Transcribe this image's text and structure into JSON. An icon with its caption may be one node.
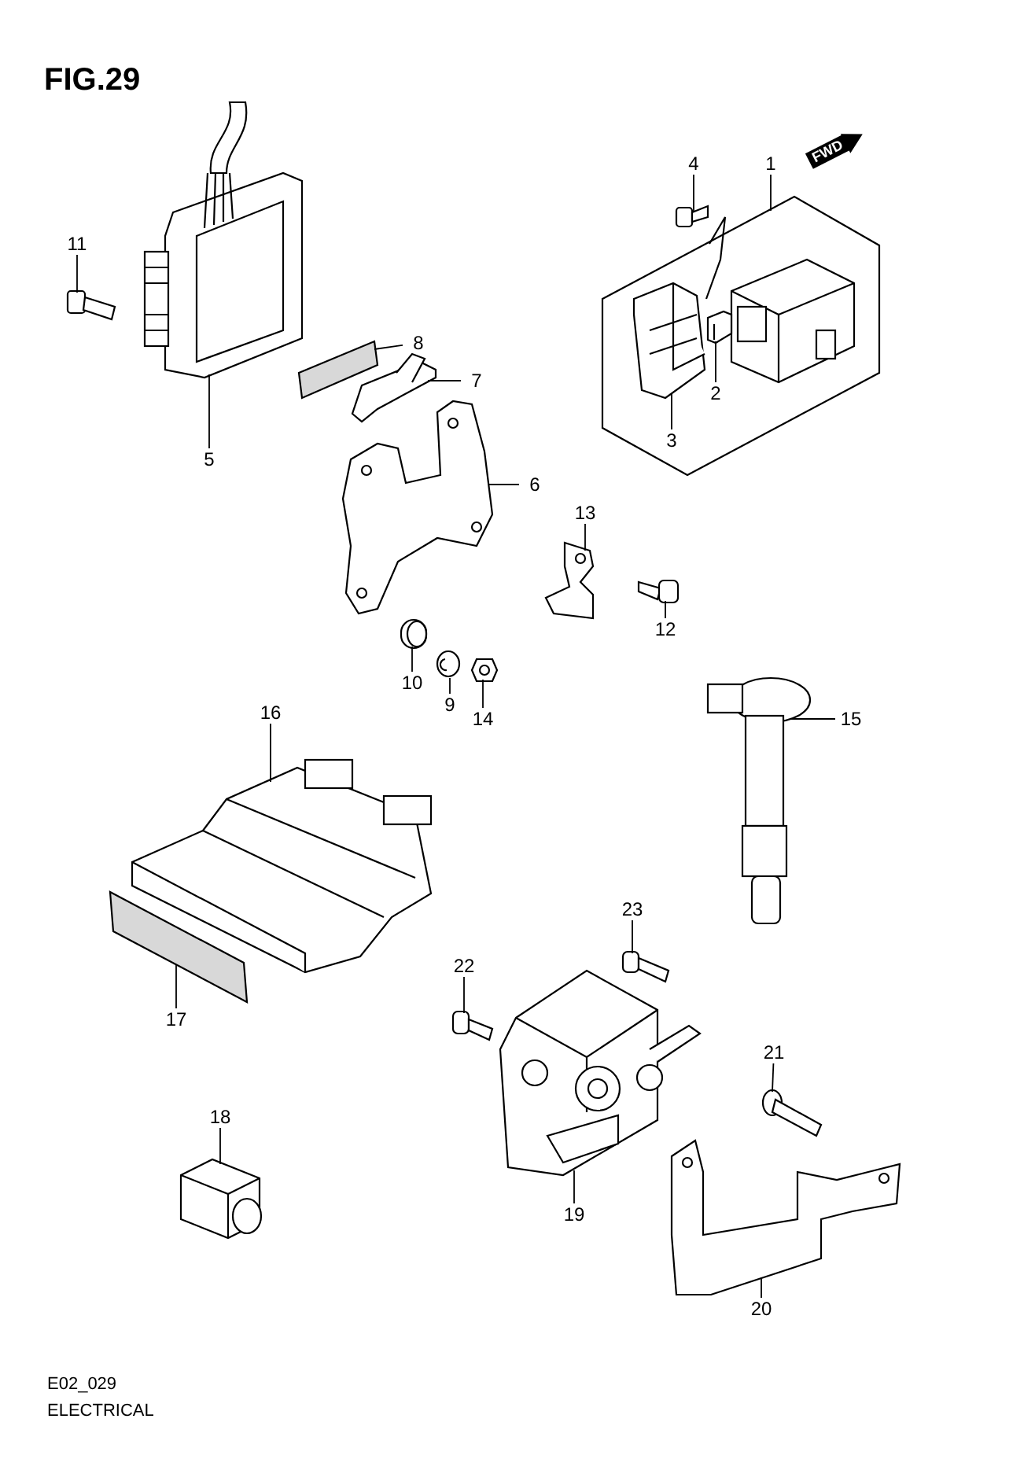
{
  "diagram": {
    "title": "FIG.29",
    "nodes": [
      {
        "text": [
          "1"
        ]
      },
      {
        "text": [],
        "shape": "picture"
      },
      {
        "text": [
          "3"
        ],
        "in": 1
      },
      {
        "text": [
          "2"
        ],
        "in": 1
      },
      {
        "text": [],
        "shape": "picture",
        "in": 1
      },
      {
        "text": [],
        "shape": "picture",
        "in": 1
      },
      {
        "text": [
          "4"
        ]
      },
      {
        "text": [
          "5"
        ]
      },
      {
        "text": [
          "6"
        ]
      },
      {
        "text": [
          "7"
        ]
      },
      {
        "text": [
          "8"
        ]
      },
      {
        "text": [
          "9"
        ]
      },
      {
        "text": [
          "10"
        ]
      },
      {
        "text": [
          "11"
        ]
      },
      {
        "text": [
          "12"
        ]
      },
      {
        "text": [
          "13"
        ]
      },
      {
        "text": [
          "14"
        ]
      },
      {
        "text": [
          "15"
        ]
      },
      {
        "text": [
          "16"
        ]
      },
      {
        "text": [
          "17"
        ]
      },
      {
        "text": [
          "18"
        ]
      },
      {
        "text": [
          "19"
        ]
      },
      {
        "text": [
          "20"
        ]
      },
      {
        "text": [
          "21"
        ]
      },
      {
        "text": [
          "22"
        ]
      },
      {
        "text": [
          "23"
        ]
      },
      {
        "text": [],
        "shape": "picture"
      },
      {
        "text": [],
        "shape": "picture"
      },
      {
        "text": [],
        "shape": "picture"
      },
      {
        "text": [],
        "shape": "picture"
      },
      {
        "text": [],
        "shape": "bar"
      },
      {
        "text": [],
        "shape": "picture"
      },
      {
        "text": [],
        "shape": "picture"
      },
      {
        "text": [],
        "shape": "picture"
      },
      {
        "text": [],
        "shape": "picture"
      },
      {
        "text": [],
        "shape": "picture"
      },
      {
        "text": [],
        "shape": "picture"
      },
      {
        "text": [],
        "shape": "picture"
      },
      {
        "text": [],
        "shape": "picture"
      },
      {
        "text": [],
        "shape": "bar"
      },
      {
        "text": [],
        "shape": "picture"
      },
      {
        "text": [],
        "shape": "picture"
      },
      {
        "text": [],
        "shape": "picture"
      },
      {
        "text": [],
        "shape": "picture"
      },
      {
        "text": [],
        "shape": "picture"
      },
      {
        "text": [],
        "shape": "picture"
      }
    ],
    "edges": [
      {
        "from": 0,
        "to": 1,
        "arrow": "none"
      },
      {
        "from": 3,
        "to": 5,
        "arrow": "none"
      },
      {
        "from": 2,
        "to": 4,
        "arrow": "none"
      },
      {
        "from": 6,
        "to": 26,
        "arrow": "none"
      },
      {
        "from": 7,
        "to": 27,
        "arrow": "none"
      },
      {
        "from": 8,
        "to": 28,
        "arrow": "none"
      },
      {
        "from": 9,
        "to": 29,
        "arrow": "none"
      },
      {
        "from": 10,
        "to": 30,
        "arrow": "none"
      },
      {
        "from": 11,
        "to": 31,
        "arrow": "none"
      },
      {
        "from": 12,
        "to": 32,
        "arrow": "none"
      },
      {
        "from": 13,
        "to": 33,
        "arrow": "none"
      },
      {
        "from": 14,
        "to": 34,
        "arrow": "none"
      },
      {
        "from": 15,
        "to": 35,
        "arrow": "none"
      },
      {
        "from": 16,
        "to": 36,
        "arrow": "none"
      },
      {
        "from": 17,
        "to": 37,
        "arrow": "none"
      },
      {
        "from": 18,
        "to": 38,
        "arrow": "none"
      },
      {
        "from": 19,
        "to": 39,
        "arrow": "none"
      },
      {
        "from": 20,
        "to": 40,
        "arrow": "none"
      },
      {
        "from": 21,
        "to": 41,
        "arrow": "none"
      },
      {
        "from": 22,
        "to": 42,
        "arrow": "none"
      },
      {
        "from": 23,
        "to": 43,
        "arrow": "none"
      },
      {
        "from": 24,
        "to": 44,
        "arrow": "none"
      },
      {
        "from": 25,
        "to": 45,
        "arrow": "none"
      }
    ],
    "labels": [
      "FWD",
      "E02_029",
      "ELECTRICAL"
    ]
  }
}
